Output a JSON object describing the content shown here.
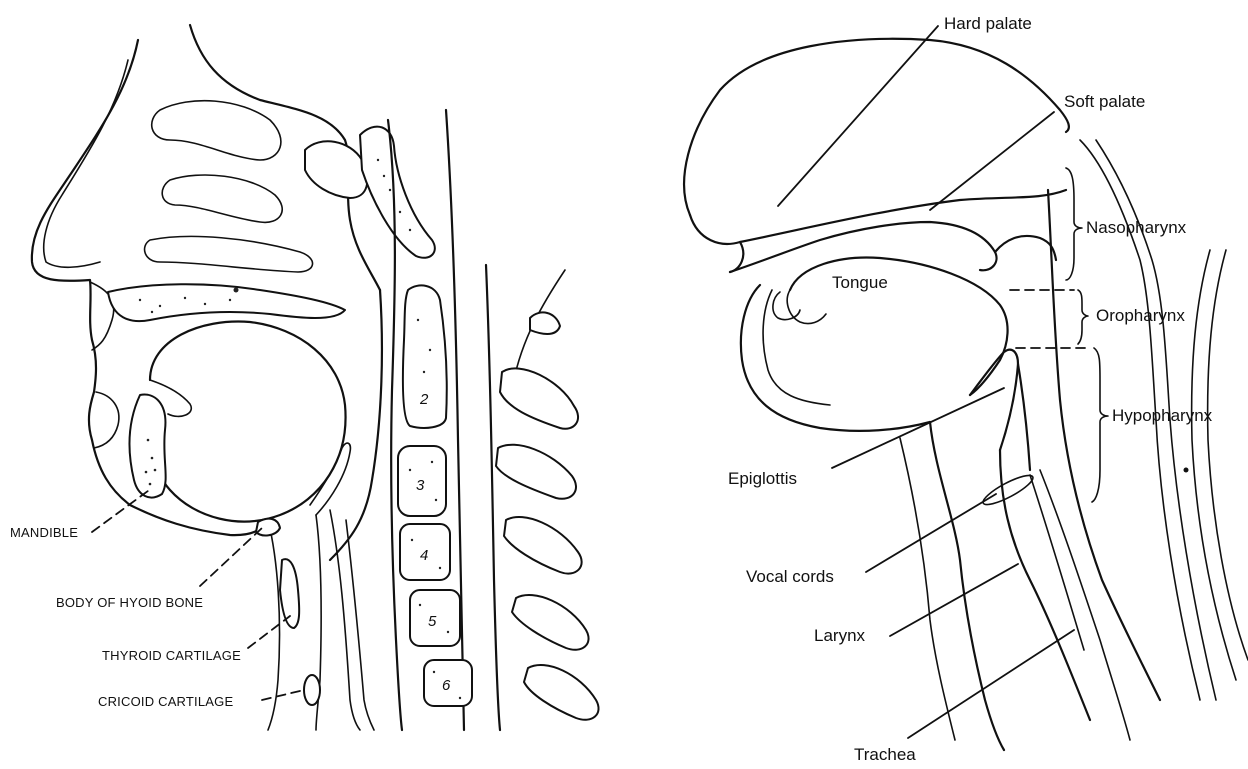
{
  "left_diagram": {
    "labels": {
      "mandible": "MANDIBLE",
      "hyoid": "BODY OF HYOID BONE",
      "thyroid": "THYROID CARTILAGE",
      "cricoid": "CRICOID CARTILAGE"
    },
    "vertebra_numbers": [
      "2",
      "3",
      "4",
      "5",
      "6"
    ]
  },
  "right_diagram": {
    "labels": {
      "hard_palate": "Hard palate",
      "soft_palate": "Soft palate",
      "nasopharynx": "Nasopharynx",
      "tongue": "Tongue",
      "oropharynx": "Oropharynx",
      "hypopharynx": "Hypopharynx",
      "epiglottis": "Epiglottis",
      "vocal_cords": "Vocal cords",
      "larynx": "Larynx",
      "trachea": "Trachea"
    }
  },
  "colors": {
    "ink": "#111111",
    "paper": "#ffffff"
  }
}
